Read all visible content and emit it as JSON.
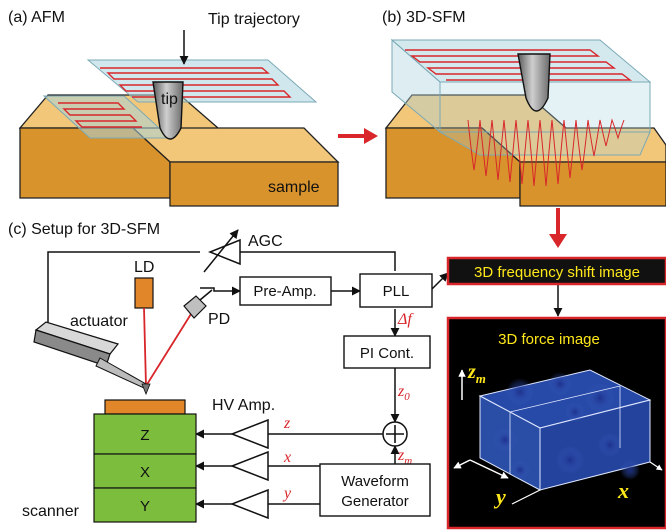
{
  "panels": {
    "a": {
      "label": "(a) AFM",
      "tip_trajectory": "Tip trajectory",
      "tip": "tip",
      "sample": "sample"
    },
    "b": {
      "label": "(b) 3D-SFM"
    },
    "c": {
      "label": "(c) Setup for 3D-SFM"
    }
  },
  "setup": {
    "agc": "AGC",
    "ld": "LD",
    "pd": "PD",
    "actuator": "actuator",
    "preamp": "Pre-Amp.",
    "pll": "PLL",
    "delta_f": "Δf",
    "pi_cont": "PI Cont.",
    "z0_sym": "z",
    "z0_sub": "0",
    "zm_sym": "z",
    "zm_sub": "m",
    "hv_amp": "HV Amp.",
    "sig_z": "z",
    "sig_x": "x",
    "sig_y": "y",
    "waveform_line1": "Waveform",
    "waveform_line2": "Generator",
    "sum_symbol": "+",
    "scanner_z": "Z",
    "scanner_x": "X",
    "scanner_y": "Y",
    "scanner": "scanner"
  },
  "outputs": {
    "freq_image": "3D frequency shift image",
    "force_image": "3D force image",
    "axis_zm_sym": "z",
    "axis_zm_sub": "m",
    "axis_y": "y",
    "axis_x": "x"
  },
  "colors": {
    "red": "#d8262a",
    "sample_top": "#f2c77a",
    "sample_side": "#d9932c",
    "plane": "#a9d3de",
    "scanner_green": "#7cbd3e",
    "highlight_yellow": "#ffe81a"
  }
}
